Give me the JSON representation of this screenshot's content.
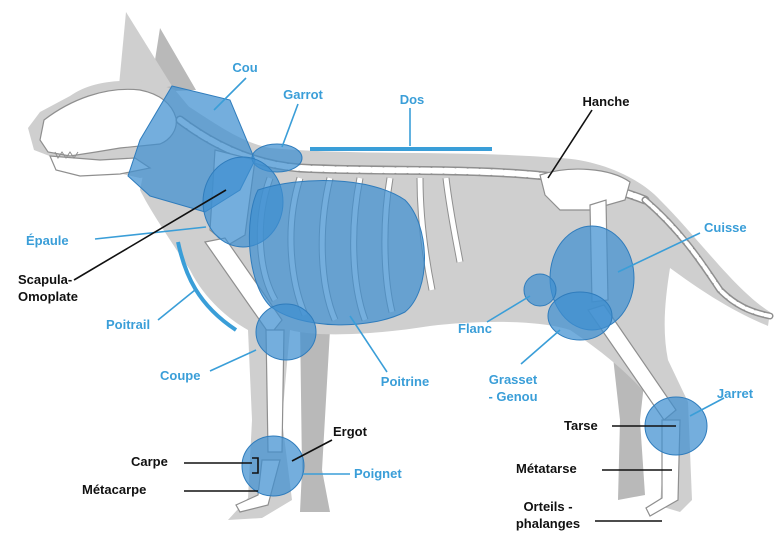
{
  "colors": {
    "label_blue": "#3a9ed8",
    "label_black": "#111111",
    "region_blue": "#3e8fd0",
    "silhouette_gray": "#cfcfcf",
    "bone_white": "#ffffff"
  },
  "labels": {
    "cou": "Cou",
    "garrot": "Garrot",
    "dos": "Dos",
    "hanche": "Hanche",
    "epaule": "Épaule",
    "scapula_1": "Scapula-",
    "scapula_2": "Omoplate",
    "poitrail": "Poitrail",
    "cuisse": "Cuisse",
    "flanc": "Flanc",
    "coupe": "Coupe",
    "poitrine": "Poitrine",
    "grasset_1": "Grasset",
    "grasset_2": "- Genou",
    "jarret": "Jarret",
    "ergot": "Ergot",
    "carpe": "Carpe",
    "poignet": "Poignet",
    "metacarpe": "Métacarpe",
    "tarse": "Tarse",
    "metatarse": "Métatarse",
    "orteils_1": "Orteils -",
    "orteils_2": "phalanges"
  }
}
